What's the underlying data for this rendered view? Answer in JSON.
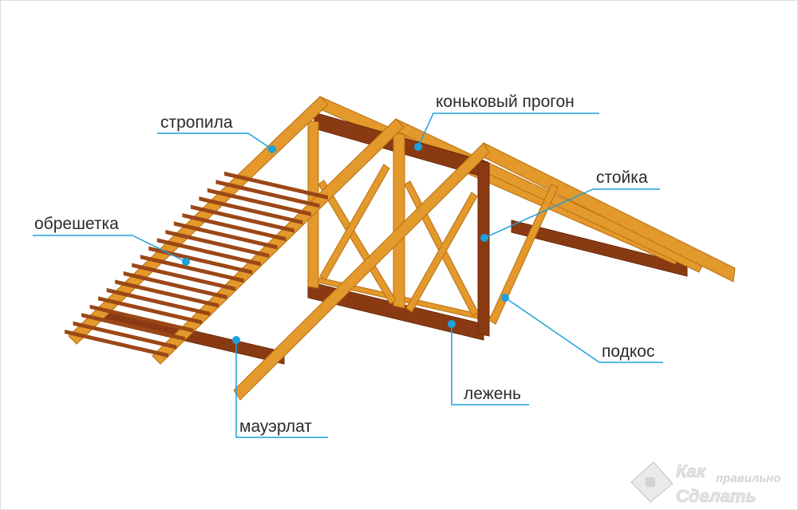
{
  "labels": {
    "rafters": "стропила",
    "ridge_purlin": "коньковый прогон",
    "post": "стойка",
    "lathing": "обрешетка",
    "strut": "подкос",
    "sill_beam": "лежень",
    "mauerlat": "мауэрлат"
  },
  "watermark": {
    "line1": "Как",
    "line2": "правильно",
    "line3": "Сделать"
  },
  "colors": {
    "wood": "#e3992b",
    "dark_wood": "#8a3a12",
    "leader": "#1da1dc"
  }
}
